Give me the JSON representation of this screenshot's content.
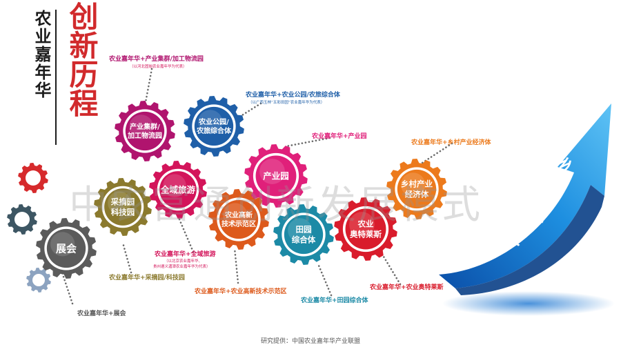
{
  "title_left": "农业嘉年华",
  "title_main": "创新历程",
  "gears": [
    {
      "label": "展会",
      "color": "#5b5b5b"
    },
    {
      "label": "采摘园\n科技园",
      "color": "#8b7a2e"
    },
    {
      "label": "产业集群/\n加工物流园",
      "color": "#b0146e"
    },
    {
      "label": "农业公园/\n农旅综合体",
      "color": "#1f5fa8"
    },
    {
      "label": "全域旅游",
      "color": "#d3145a"
    },
    {
      "label": "农业高新\n技术示范区",
      "color": "#dd5a1c"
    },
    {
      "label": "产业园",
      "color": "#e0207a"
    },
    {
      "label": "田园\n综合体",
      "color": "#1c8aa6"
    },
    {
      "label": "农业\n奥特莱斯",
      "color": "#d91c2c"
    },
    {
      "label": "乡村产业\n经济体",
      "color": "#ec7a1c"
    }
  ],
  "deco_gears": [
    {
      "color": "#d62a2c"
    },
    {
      "color": "#3d5663"
    },
    {
      "color": "#8ca3c0"
    }
  ],
  "captions": [
    {
      "text": "农业嘉年华+展会",
      "color": "#555555"
    },
    {
      "text": "农业嘉年华+采摘园/科技园",
      "color": "#8b7a2e"
    },
    {
      "text": "农业嘉年华+产业集群/加工物流园",
      "color": "#b0146e"
    },
    {
      "text": "农业嘉年华+农业公园/农旅综合体",
      "color": "#1f5fa8"
    },
    {
      "text": "农业嘉年华+全域旅游",
      "color": "#d3145a"
    },
    {
      "text": "农业嘉年华+农业高新技术示范区",
      "color": "#dd5a1c"
    },
    {
      "text": "农业嘉年华+产业园",
      "color": "#e0207a"
    },
    {
      "text": "农业嘉年华+田园综合体",
      "color": "#1c8aa6"
    },
    {
      "text": "农业嘉年华+农业奥特莱斯",
      "color": "#d91c2c"
    },
    {
      "text": "农业嘉年华+乡村产业经济体",
      "color": "#ec7a1c"
    }
  ],
  "subnotes": [
    "（以河北固始农业嘉年华为代表）",
    "（以广西玉林“五彩田园”农业嘉年华为代表）",
    "（以北京农业嘉年华、",
    "贵州遵义湄潭农业嘉年华为代表）"
  ],
  "arrow_text": [
    "乡",
    "村",
    "振",
    "兴"
  ],
  "watermark": "中农富通创新发展模式",
  "source": "研究提供：中国农业嘉年华产业联盟"
}
